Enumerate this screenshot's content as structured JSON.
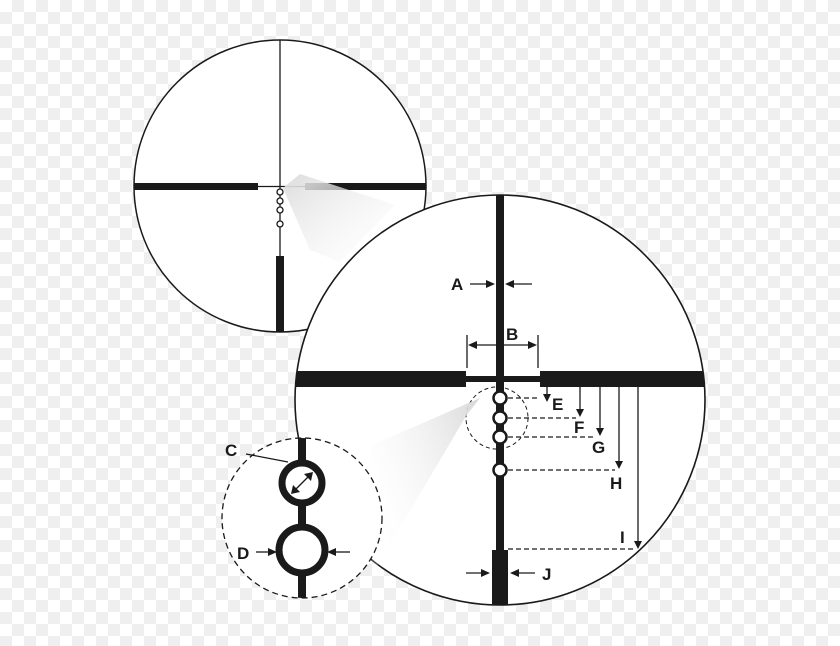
{
  "diagram": {
    "labels": {
      "A": "A",
      "B": "B",
      "C": "C",
      "D": "D",
      "E": "E",
      "F": "F",
      "G": "G",
      "H": "H",
      "I": "I",
      "J": "J"
    },
    "colors": {
      "ink": "#1a1a1a",
      "circle_fill": "#ffffff",
      "background_checker": "#efefef",
      "zoom_cone": "#d6d6d6"
    }
  }
}
